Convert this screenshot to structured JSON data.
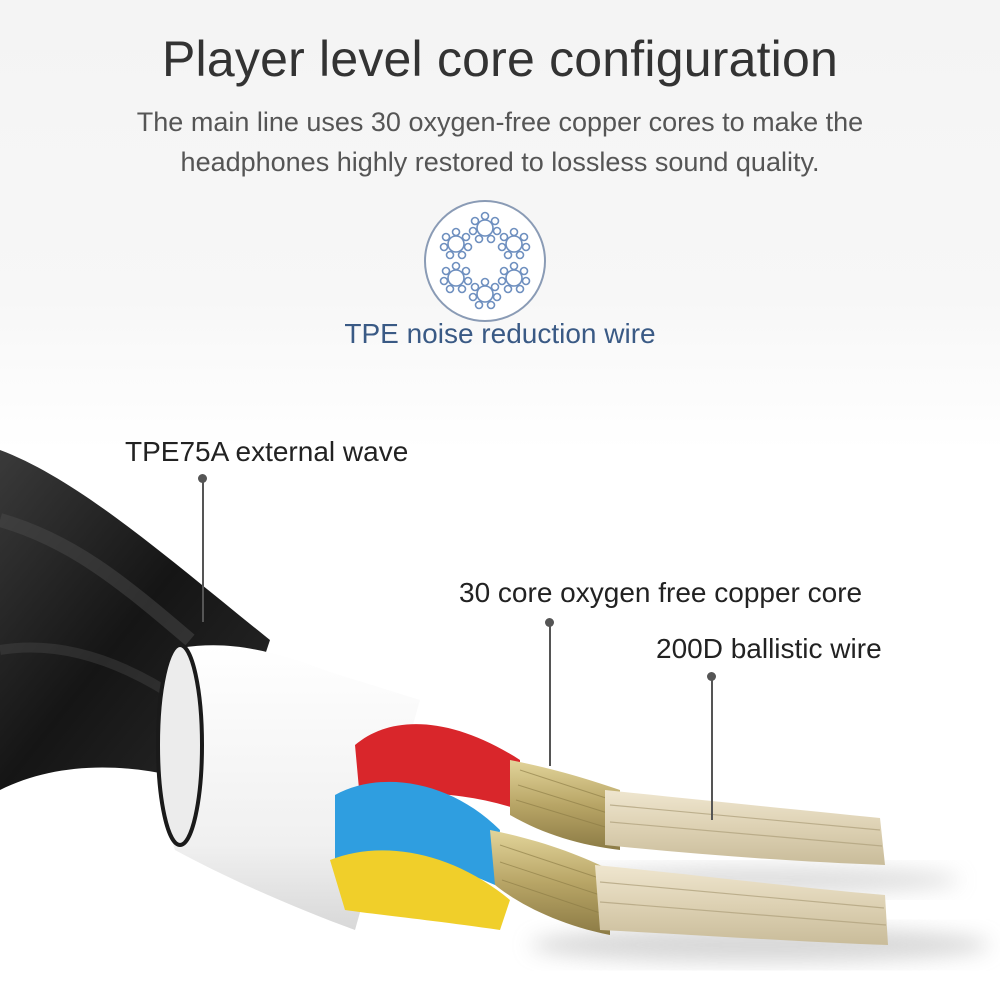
{
  "header": {
    "title": "Player level core configuration",
    "subtitle_line1": "The main line uses 30 oxygen-free copper cores to make the",
    "subtitle_line2": "headphones highly restored to lossless sound quality."
  },
  "icon": {
    "name": "cable-cross-section-icon",
    "caption": "TPE noise reduction wire",
    "color": "#6e8fbf"
  },
  "callouts": [
    {
      "label": "TPE75A external wave"
    },
    {
      "label": "30 core oxygen free copper core"
    },
    {
      "label": "200D ballistic wire"
    }
  ],
  "colors": {
    "jacket": "#1c1c1c",
    "insulation": "#f2f2f2",
    "wire_red": "#d9262b",
    "wire_blue": "#2f9ee0",
    "wire_yellow": "#f0cf2a",
    "copper": "#c8b778",
    "ballistic_fiber": "#e2d7bd"
  }
}
